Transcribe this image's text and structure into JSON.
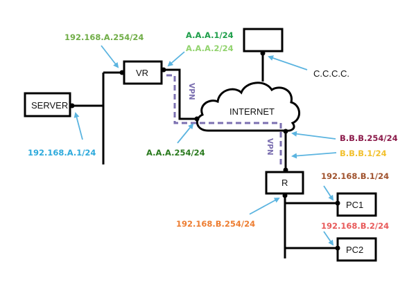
{
  "nodes": {
    "server": "SERVER",
    "vr": "VR",
    "internet": "INTERNET",
    "top_host": "",
    "r": "R",
    "pc1": "PC1",
    "pc2": "PC2"
  },
  "labels": {
    "vr_lan": {
      "text": "192.168.A.254/24",
      "color": "#70ad47"
    },
    "vr_wan1": {
      "text": "A.A.A.1/24",
      "color": "#1e9e4a"
    },
    "vr_wan2": {
      "text": "A.A.A.2/24",
      "color": "#92d36e"
    },
    "server_ip": {
      "text": "192.168.A.1/24",
      "color": "#2eaadc"
    },
    "gateway_a": {
      "text": "A.A.A.254/24",
      "color": "#2a7a1e"
    },
    "top_host_ip": {
      "text": "C.C.C.C.",
      "color": "#111111"
    },
    "r_wan_gw": {
      "text": "B.B.B.254/24",
      "color": "#8b1a4a"
    },
    "r_wan": {
      "text": "B.B.B.1/24",
      "color": "#f2c12e"
    },
    "r_lan": {
      "text": "192.168.B.254/24",
      "color": "#ed7d31"
    },
    "pc1_ip": {
      "text": "192.168.B.1/24",
      "color": "#a0522d"
    },
    "pc2_ip": {
      "text": "192.168.B.2/24",
      "color": "#e85a5a"
    }
  },
  "vpn": {
    "label": "VPN",
    "color": "#7b6fb0"
  },
  "colors": {
    "line": "#000000",
    "arrow": "#5bb4e0"
  }
}
